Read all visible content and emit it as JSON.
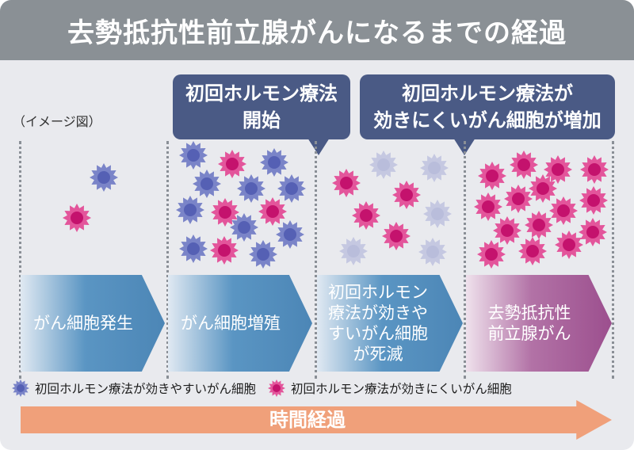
{
  "title": "去勢抵抗性前立腺がんになるまでの経過",
  "note": "（イメージ図）",
  "callouts": {
    "first": [
      "初回ホルモン療法",
      "開始"
    ],
    "second": [
      "初回ホルモン療法が",
      "効きにくいがん細胞が増加"
    ]
  },
  "stages": [
    [
      "がん細胞発生"
    ],
    [
      "がん細胞増殖"
    ],
    [
      "初回ホルモン",
      "療法が効きや",
      "すいがん細胞",
      "が死滅"
    ],
    [
      "去勢抵抗性",
      "前立腺がん"
    ]
  ],
  "legend": {
    "sensitive": "初回ホルモン療法が効きやすいがん細胞",
    "resistant": "初回ホルモン療法が効きにくいがん細胞"
  },
  "time_label": "時間経過",
  "colors": {
    "title_bar": "#8a9095",
    "callout": "#4a5a85",
    "sensitive_cell": "#5560b4",
    "sensitive_petals": "#7a84c8",
    "resistant_cell": "#c4126d",
    "resistant_petals": "#e3559b",
    "stage_blue": "#5a95c3",
    "stage_purple": "#a15a94",
    "time_arrow": "#f0a07a"
  }
}
